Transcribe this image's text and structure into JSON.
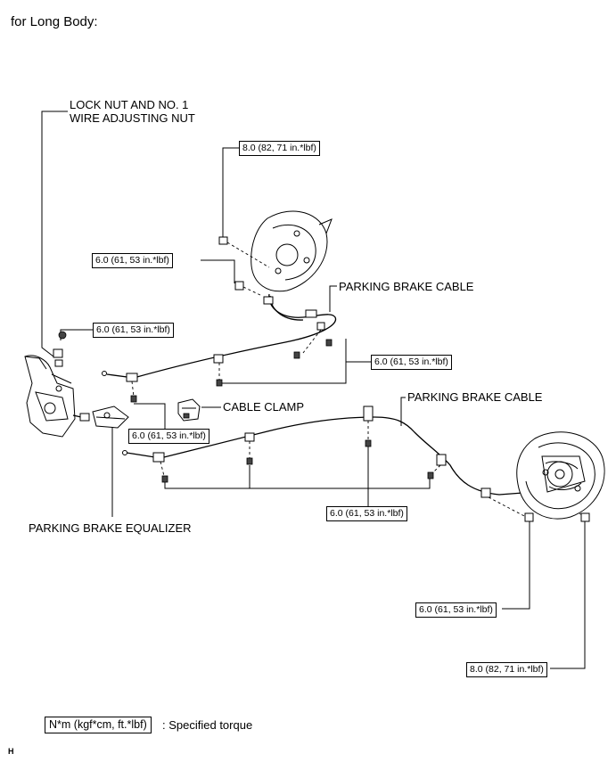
{
  "heading": "for Long Body:",
  "labels": {
    "lock_nut_line1": "LOCK NUT AND NO. 1",
    "lock_nut_line2": "WIRE ADJUSTING NUT",
    "parking_brake_cable_upper": "PARKING BRAKE CABLE",
    "parking_brake_cable_lower": "PARKING BRAKE CABLE",
    "cable_clamp": "CABLE CLAMP",
    "parking_brake_equalizer": "PARKING BRAKE EQUALIZER"
  },
  "torques": {
    "t1": "8.0 (82, 71 in.*lbf)",
    "t2": "6.0 (61, 53 in.*lbf)",
    "t3": "6.0 (61, 53 in.*lbf)",
    "t4": "6.0 (61, 53 in.*lbf)",
    "t5": "6.0 (61, 53 in.*lbf)",
    "t6": "6.0 (61, 53 in.*lbf)",
    "t7": "6.0 (61, 53 in.*lbf)",
    "t8": "8.0 (82, 71 in.*lbf)"
  },
  "legend": {
    "unit": "N*m (kgf*cm, ft.*lbf)",
    "description": ": Specified torque"
  },
  "corner_mark": "H"
}
